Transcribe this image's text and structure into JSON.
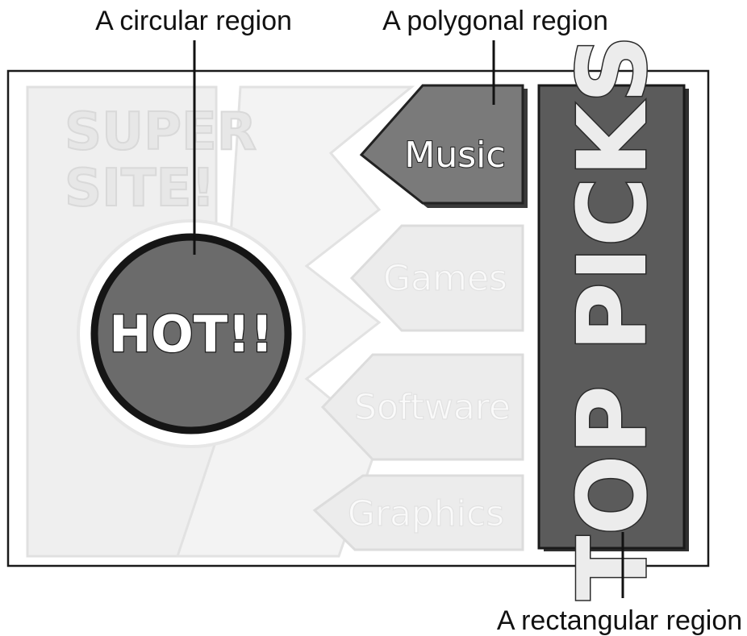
{
  "callouts": {
    "circular": "A circular region",
    "polygonal": "A polygonal region",
    "rectangular": "A rectangular region"
  },
  "imagemap": {
    "logo_line1": "SUPER",
    "logo_line2": "SITE!",
    "hot": "HOT!!",
    "top_picks": "TOP PICKS",
    "menu": [
      "Music",
      "Games",
      "Software",
      "Graphics"
    ]
  },
  "colors": {
    "frame": "#1a1a1a",
    "faded_panel": "#efefef",
    "hot_fill": "#6b6b6b",
    "music_fill": "#7a7a7a",
    "top_picks_fill": "#5b5b5b"
  }
}
